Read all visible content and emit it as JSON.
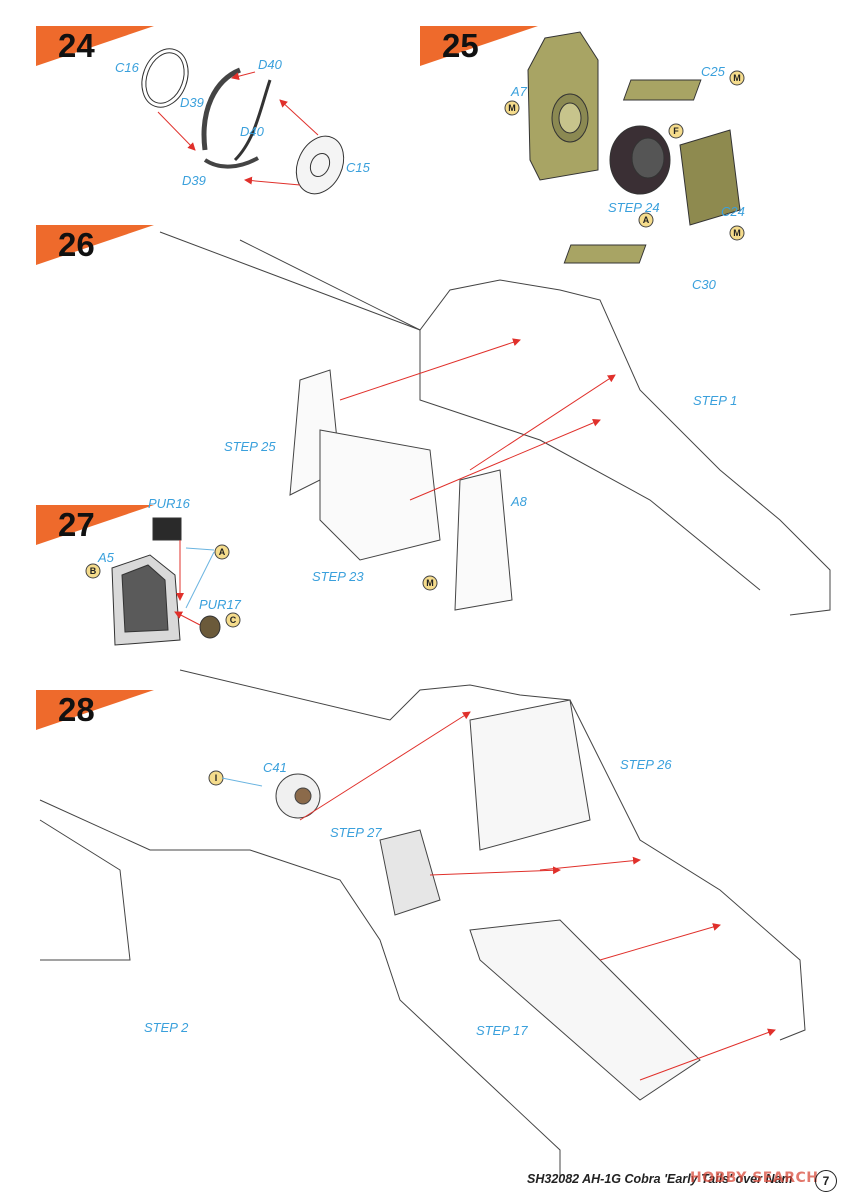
{
  "steps": [
    {
      "number": "24"
    },
    {
      "number": "25"
    },
    {
      "number": "26"
    },
    {
      "number": "27"
    },
    {
      "number": "28"
    }
  ],
  "parts": {
    "s24": [
      "C16",
      "D40",
      "D39",
      "D40",
      "C15",
      "D39"
    ],
    "s25": [
      "A7",
      "C25",
      "STEP 24",
      "C24",
      "C30"
    ],
    "s26": [
      "STEP 1",
      "STEP 25",
      "A8",
      "STEP 23"
    ],
    "s27": [
      "PUR16",
      "A5",
      "PUR17"
    ],
    "s28": [
      "C41",
      "STEP 26",
      "STEP 27",
      "STEP 2",
      "STEP 17"
    ]
  },
  "paint_codes": [
    "M",
    "M",
    "F",
    "A",
    "M",
    "M",
    "A",
    "B",
    "C",
    "I"
  ],
  "footer": {
    "code_title": "SH32082  AH-1G Cobra 'Early Tails' over Nam",
    "page_number": "7",
    "watermark": "HOBBY SEARCH"
  },
  "colors": {
    "badge_orange": "#ee6a2c",
    "label_blue": "#3aa0dc",
    "arrow_red": "#e0302b",
    "olive_part": "#a8a464",
    "olive_dark": "#6b6a3c"
  }
}
